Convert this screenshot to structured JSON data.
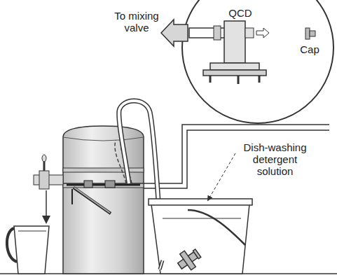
{
  "diagram": {
    "labels": [
      "QCD",
      "To mixing valve",
      "Cap",
      "Dish-washing detergent solution"
    ]
  }
}
